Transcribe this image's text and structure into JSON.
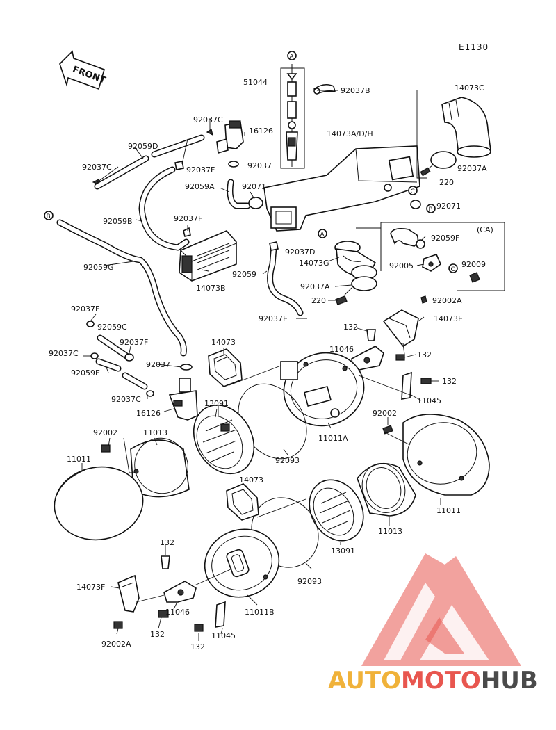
{
  "diagram_code": "E1130",
  "front_label": "FRONT",
  "ca_label": "(CA)",
  "callouts": [
    "A",
    "B",
    "C"
  ],
  "labels": {
    "p51044": "51044",
    "p92037B": "92037B",
    "p14073C": "14073C",
    "p92037C_top": "92037C",
    "p16126_top": "16126",
    "p14073ADH": "14073A/D/H",
    "p92059D": "92059D",
    "p92037_top": "92037",
    "p92037F_top": "92037F",
    "p92037A_top": "92037A",
    "p92037C_left": "92037C",
    "p92059A": "92059A",
    "p92071_top": "92071",
    "p220_top": "220",
    "p92071_right": "92071",
    "p92059B": "92059B",
    "p92037F_mid": "92037F",
    "p92059F": "92059F",
    "p92037D": "92037D",
    "p14073G": "14073G",
    "p92005": "92005",
    "p92009": "92009",
    "p92059_mid": "92059",
    "p14073B": "14073B",
    "p92059G": "92059G",
    "p92037A_mid": "92037A",
    "p220_mid": "220",
    "p92002A_top": "92002A",
    "p92037F_left": "92037F",
    "p92059C": "92059C",
    "p92037F_left2": "92037F",
    "p92037E": "92037E",
    "p14073E": "14073E",
    "p132_a": "132",
    "p11046_top": "11046",
    "p132_b": "132",
    "p14073_top": "14073",
    "p92037C_low": "92037C",
    "p92037_low": "92037",
    "p92059E": "92059E",
    "p132_c": "132",
    "p11045_top": "11045",
    "p92037C_low2": "92037C",
    "p13091_top": "13091",
    "p16126_low": "16126",
    "p92002": "92002",
    "p11011A": "11011A",
    "p92002_left": "92002",
    "p11013_left": "11013",
    "p11011_left": "11011",
    "p92093_top": "92093",
    "p14073_low": "14073",
    "p11011_right": "11011",
    "p11013_right": "11013",
    "p13091_low": "13091",
    "p132_d": "132",
    "p14073F": "14073F",
    "p11046_low": "11046",
    "p11011B": "11011B",
    "p92093_low": "92093",
    "p132_e": "132",
    "p92002A_low": "92002A",
    "p11045_low": "11045",
    "p132_f": "132"
  },
  "watermark": {
    "brand_part1": "AUTO",
    "brand_part2": "MOTO",
    "brand_part3": "HUB",
    "color_orange": "#f0b23a",
    "color_red": "#e8564f",
    "color_gray": "#4a4a4a"
  }
}
